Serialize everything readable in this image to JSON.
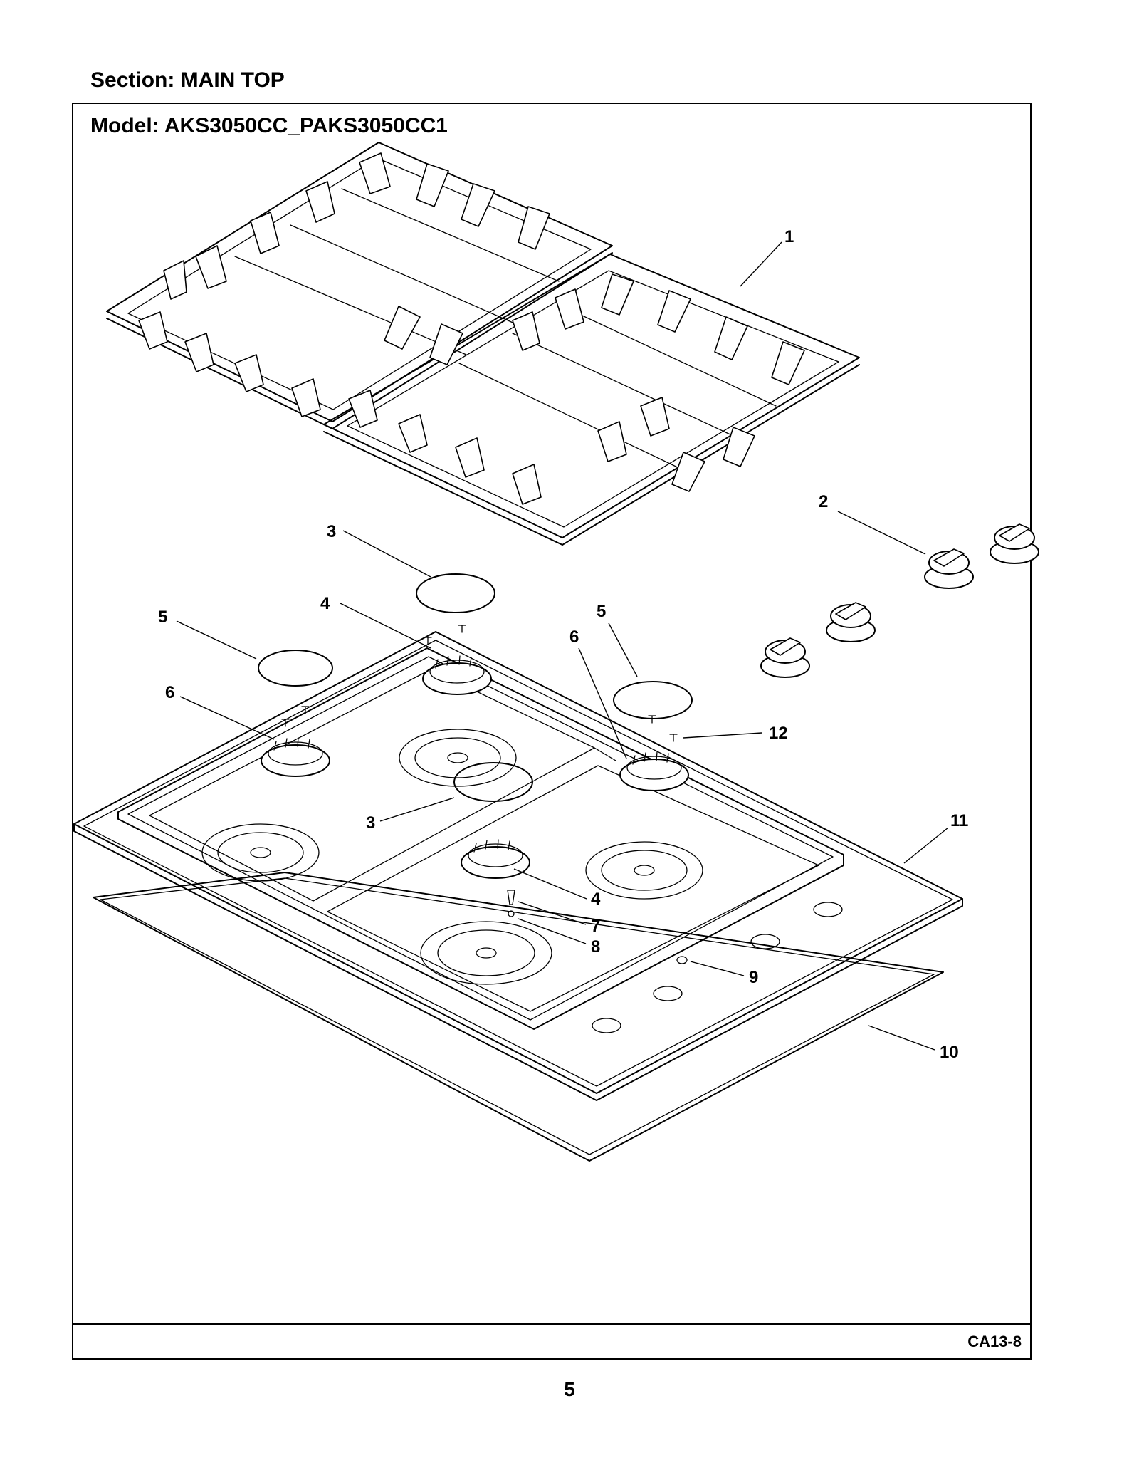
{
  "header": {
    "section_label": "Section:  MAIN TOP"
  },
  "frame": {
    "model_label": "Model:  AKS3050CC_PAKS3050CC1",
    "figure_code": "CA13-8"
  },
  "footer": {
    "page_number": "5"
  },
  "callouts": {
    "grate": "1",
    "knob": "2",
    "large_cap_upper": "3",
    "large_cap_lower": "3",
    "burner_head_upper": "4",
    "burner_head_lower": "4",
    "small_cap_left": "5",
    "small_cap_right": "5",
    "burner_base_left": "6",
    "burner_base_right": "6",
    "igniter": "7",
    "igniter_clip": "8",
    "knob_screw": "9",
    "gasket": "10",
    "cooktop": "11",
    "screw": "12"
  }
}
